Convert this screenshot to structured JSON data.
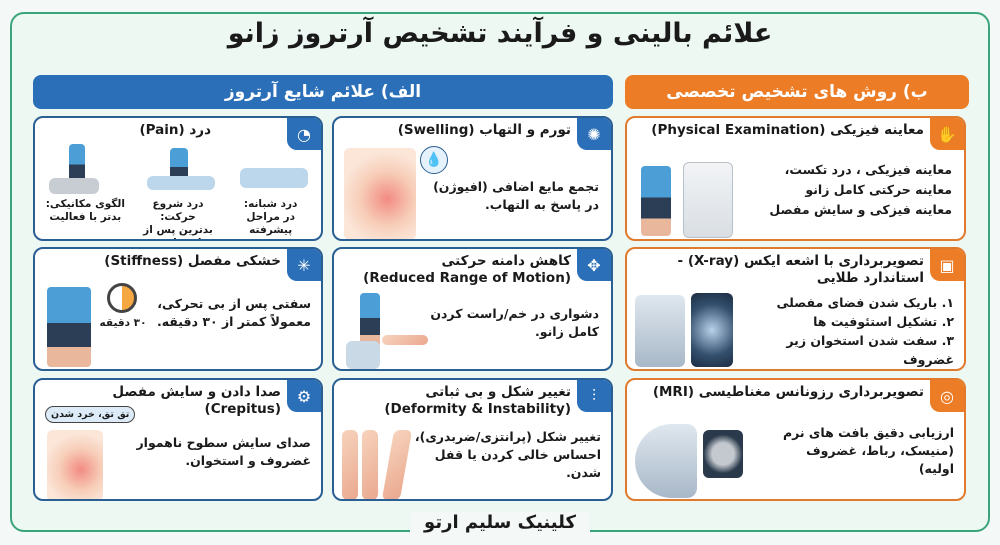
{
  "title": "علائم بالینی و فرآیند تشخیص آرتروز زانو",
  "sections": {
    "a": "الف) علائم شایع آرتروز",
    "b": "ب) روش های تشخیص تخصصی"
  },
  "symptoms": {
    "pain": {
      "title": "درد (Pain)",
      "icon": "gauge-icon",
      "items": [
        {
          "l1": "درد شبانه:",
          "l2": "در مراحل پیشرفته"
        },
        {
          "l1": "درد شروع حرکت:",
          "l2": "بدترین پس از استراحت"
        },
        {
          "l1": "الگوی مکانیکی:",
          "l2": "بدتر با فعالیت"
        }
      ]
    },
    "swelling": {
      "title": "تورم و التهاب (Swelling)",
      "icon": "inflamed-joint-icon",
      "l1": "تجمع مایع اضافی (افیوژن)",
      "l2": "در پاسخ به التهاب."
    },
    "stiffness": {
      "title": "خشکی مفصل (Stiffness)",
      "icon": "stiff-joint-icon",
      "l1": "سفتی پس از بی تحرکی،",
      "l2": "معمولاً کمتر از ۳۰ دقیقه.",
      "clock_label": "۳۰ دقیقه"
    },
    "motion": {
      "title": "کاهش دامنه حرکتی",
      "subtitle": "(Reduced Range of Motion)",
      "icon": "arrows-icon",
      "l1": "دشواری در خم/راست کردن",
      "l2": "کامل زانو."
    },
    "crepitus": {
      "title": "صدا دادن و سایش مفصل (Crepitus)",
      "icon": "gears-icon",
      "bubble": "تق تق، خرد شدن",
      "l1": "صدای سایش سطوح ناهموار",
      "l2": "غضروف و استخوان."
    },
    "deformity": {
      "title": "تغییر شکل و بی ثباتی",
      "subtitle": "(Deformity & Instability)",
      "icon": "knee-bones-icon",
      "l1": "تغییر شکل (پرانتزی/ضربدری)،",
      "l2": "احساس خالی کردن یا قفل شدن."
    }
  },
  "diagnosis": {
    "physical": {
      "title": "معاینه فیزیکی (Physical Examination)",
      "icon": "hands-knee-icon",
      "lines": [
        "معاینه فیزیکی ، درد تکست،",
        "معاینه حرکتی کامل زانو",
        "معاینه فیزکی و سایش مفصل"
      ]
    },
    "xray": {
      "title": "تصویربرداری با اشعه ایکس (X-ray) - استاندارد طلایی",
      "icon": "xray-icon",
      "lines": [
        "۱. باریک شدن فضای مفصلی",
        "۲. تشکیل استئوفیت ها",
        "۳. سفت شدن استخوان زیر غضروف"
      ]
    },
    "mri": {
      "title": "تصویربرداری رزونانس مغناطیسی (MRI)",
      "icon": "mri-icon",
      "lines": [
        "ارزیابی دقیق بافت های نرم",
        "(منیسک، رباط، غضروف",
        "اولیه)"
      ]
    }
  },
  "footer": "کلینیک سلیم ارتو",
  "colors": {
    "blue": "#2a6fb8",
    "orange": "#ec7d26",
    "green": "#3aa57a"
  }
}
